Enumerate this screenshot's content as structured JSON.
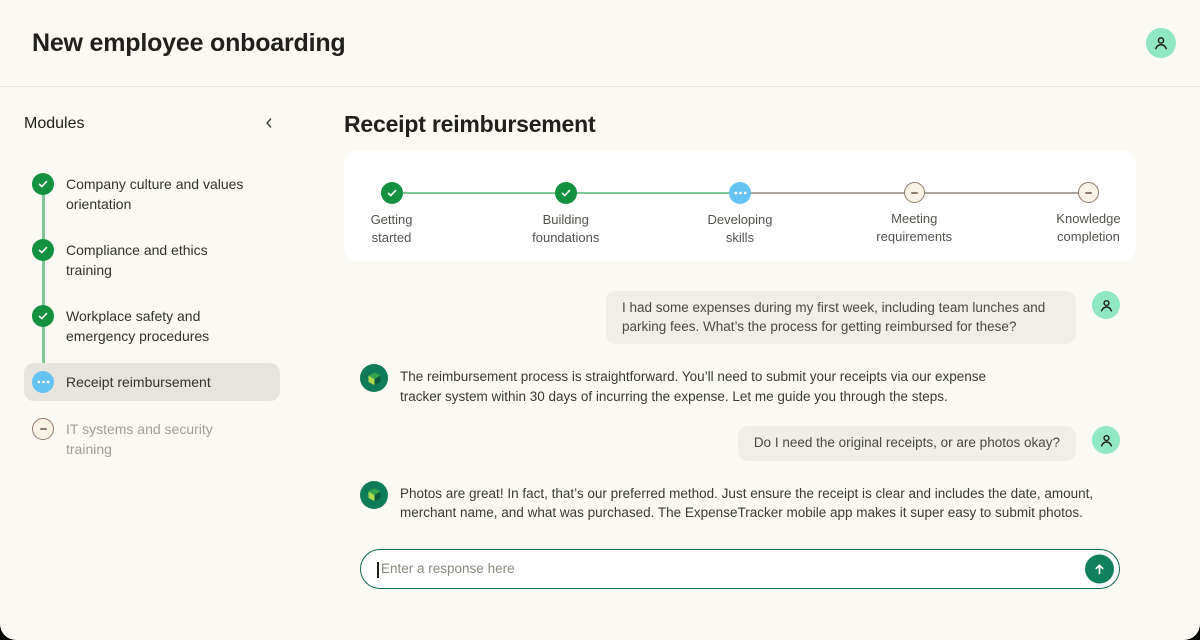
{
  "window": {
    "title": "New employee onboarding"
  },
  "icons": {
    "header_avatar": "person-icon",
    "sidebar_collapse": "chevron-left-icon",
    "complete": "check-icon",
    "current": "ellipsis-icon",
    "pending": "dash-icon",
    "assistant_avatar": "cube-logo-icon",
    "user_avatar": "person-icon",
    "send": "arrow-up-icon"
  },
  "colors": {
    "page_background": "#faf9f3",
    "complete_green": "#14913f",
    "connector_green": "#7fc795",
    "current_blue": "#64c3f2",
    "pending_fill": "#f9f2e7",
    "pending_border": "#8d7b6c",
    "connector_gray": "#aca69e",
    "selected_item_bg": "#e6e4dd",
    "bubble_bg": "#f0eee8",
    "accent_dark_green": "#10805c",
    "input_border": "#136a52",
    "mint_avatar": "#90e7c1"
  },
  "sidebar": {
    "heading": "Modules",
    "items": [
      {
        "label": "Company culture and values orientation",
        "status": "complete",
        "selected": false
      },
      {
        "label": "Compliance and ethics training",
        "status": "complete",
        "selected": false
      },
      {
        "label": "Workplace safety and emergency procedures",
        "status": "complete",
        "selected": false
      },
      {
        "label": "Receipt reimbursement",
        "status": "current",
        "selected": true
      },
      {
        "label": "IT systems and security training",
        "status": "pending",
        "selected": false
      }
    ]
  },
  "main": {
    "title": "Receipt reimbursement",
    "stepper": {
      "steps": [
        {
          "label": "Getting started",
          "label_lines": [
            "Getting",
            "started"
          ],
          "status": "complete"
        },
        {
          "label": "Building foundations",
          "label_lines": [
            "Building",
            "foundations"
          ],
          "status": "complete"
        },
        {
          "label": "Developing skills",
          "label_lines": [
            "Developing",
            "skills"
          ],
          "status": "current"
        },
        {
          "label": "Meeting requirements",
          "label_lines": [
            "Meeting",
            "requirements"
          ],
          "status": "pending"
        },
        {
          "label": "Knowledge completion",
          "label_lines": [
            "Knowledge",
            "completion"
          ],
          "status": "pending"
        }
      ]
    },
    "chat": {
      "messages": [
        {
          "role": "user",
          "text": "I had some expenses during my first week, including team lunches and parking fees. What’s the process for getting reimbursed for these?"
        },
        {
          "role": "assistant",
          "text": "The reimbursement process is straightforward. You’ll need to submit your receipts via our expense tracker system within 30 days of incurring the expense. Let me guide you through the steps."
        },
        {
          "role": "user",
          "text": "Do I need the original receipts, or are photos okay?"
        },
        {
          "role": "assistant",
          "text": "Photos are great! In fact, that’s our preferred method. Just ensure the receipt is clear and includes the date, amount, merchant name, and what was purchased. The ExpenseTracker mobile app makes it super easy to submit photos."
        }
      ],
      "input": {
        "placeholder": "Enter a response here",
        "value": ""
      }
    }
  }
}
